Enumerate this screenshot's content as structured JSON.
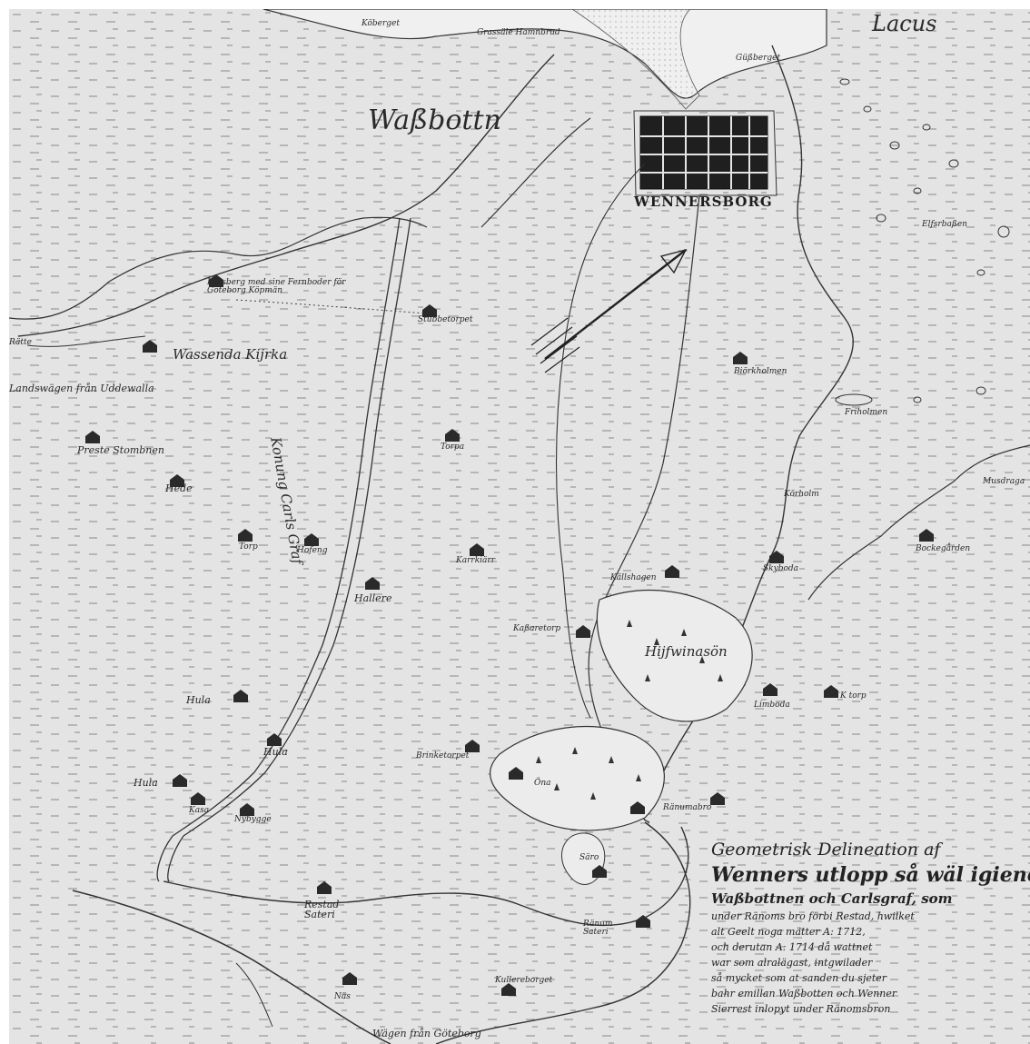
{
  "map": {
    "water_labels": {
      "wassbottn": "Waßbottn",
      "lacus": "Lacus",
      "elfsborg_passage": "Elfsrbaßen"
    },
    "town": {
      "name": "WENNERSBORG"
    },
    "canal_label": "Konung Carls Graf",
    "road_label": "Landswägen från Uddewalla",
    "road_label_south": "Wägen från Göteborg",
    "places": [
      {
        "id": "koberget",
        "label": "Köberget"
      },
      {
        "id": "grasaleberg",
        "label": "Grassäle Hamnbrud"
      },
      {
        "id": "gustberget",
        "label": "Güßberget"
      },
      {
        "id": "korsberg",
        "label": "Korsberg med sine Fernboder för Göteborg Köpmän"
      },
      {
        "id": "ratte",
        "label": "Rätte"
      },
      {
        "id": "vassenda",
        "label": "Wassenda Kijrka"
      },
      {
        "id": "stubbetorpet",
        "label": "Stubbetorpet"
      },
      {
        "id": "biorkholmen",
        "label": "Biörkholmen"
      },
      {
        "id": "friholmen",
        "label": "Friholmen"
      },
      {
        "id": "preste",
        "label": "Preste Stombnen"
      },
      {
        "id": "torpa",
        "label": "Torpa"
      },
      {
        "id": "hede",
        "label": "Hede"
      },
      {
        "id": "torp",
        "label": "Torp"
      },
      {
        "id": "hofeng",
        "label": "Hofeng"
      },
      {
        "id": "karrkiarr",
        "label": "Karrkiärr"
      },
      {
        "id": "korholm",
        "label": "Körholm"
      },
      {
        "id": "musdraga",
        "label": "Musdraga"
      },
      {
        "id": "skyboda",
        "label": "Skyboda"
      },
      {
        "id": "bockegarden",
        "label": "Bockegården"
      },
      {
        "id": "kallshagen",
        "label": "Källshagen"
      },
      {
        "id": "hallere",
        "label": "Hallere"
      },
      {
        "id": "kassaretorp",
        "label": "Kaßaretorp"
      },
      {
        "id": "hijfwinaso",
        "label": "Hijfwinasön"
      },
      {
        "id": "limboda",
        "label": "Limboda"
      },
      {
        "id": "ktorp",
        "label": "K torp"
      },
      {
        "id": "hula1",
        "label": "Hula"
      },
      {
        "id": "hula2",
        "label": "Hula"
      },
      {
        "id": "brinketorpet",
        "label": "Brinketorpet"
      },
      {
        "id": "ona",
        "label": "Öna"
      },
      {
        "id": "hula3",
        "label": "Hula"
      },
      {
        "id": "kasa",
        "label": "Kasa"
      },
      {
        "id": "nybygge",
        "label": "Nybygge"
      },
      {
        "id": "ranumabro",
        "label": "Ränumabro"
      },
      {
        "id": "saro",
        "label": "Säro"
      },
      {
        "id": "restad",
        "label": "Restad Sateri"
      },
      {
        "id": "ranum",
        "label": "Ränum Sateri"
      },
      {
        "id": "kullereborget",
        "label": "Kullereborget"
      },
      {
        "id": "nas",
        "label": "Näs"
      }
    ],
    "cartouche": {
      "title_line1": "Geometrisk Delineation af",
      "title_line2": "Wenners utlopp så wäl igienom",
      "title_line3": "Waßbottnen och Carlsgraf, som",
      "body": [
        "under Ränoms bro förbi Restad, hwilket",
        "alt Geelt noga mätter A: 1712,",
        "och derutan A: 1714 då wattnet",
        "war som alralägast, intgwilader",
        "så mycket som at sanden du sjeter",
        "bahr emillan Waßbotten och Wenner",
        "Sierrest inlopyt under Ränomsbron"
      ]
    }
  }
}
